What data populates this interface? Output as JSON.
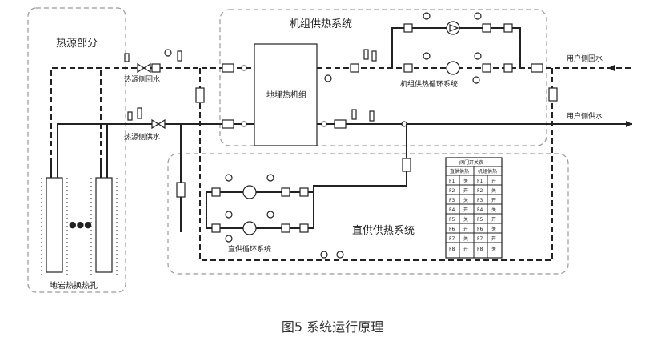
{
  "zones": {
    "heat_source": "热源部分",
    "unit_heating": "机组供热系统",
    "direct_heating": "直供供热系统"
  },
  "equipment": {
    "heat_pump": "地埋热机组",
    "boreholes": "地岩热换热孔",
    "ellipsis": "●●●"
  },
  "pipe_labels": {
    "source_return": "热源侧回水",
    "source_supply": "热源侧供水",
    "user_return": "用户侧回水",
    "user_supply": "用户侧供水",
    "unit_loop": "机组供热循环系统",
    "direct_loop": "直供循环系统"
  },
  "valve_table": {
    "title": "阀门开关表",
    "headers": [
      "直供供热",
      "机组供热"
    ],
    "rows": [
      [
        "F1",
        "关",
        "F1",
        "开"
      ],
      [
        "F2",
        "开",
        "F2",
        "关"
      ],
      [
        "F3",
        "关",
        "F3",
        "开"
      ],
      [
        "F4",
        "开",
        "F4",
        "关"
      ],
      [
        "F5",
        "关",
        "F5",
        "开"
      ],
      [
        "F6",
        "开",
        "F6",
        "关"
      ],
      [
        "F7",
        "关",
        "F7",
        "开"
      ],
      [
        "F8",
        "开",
        "F8",
        "关"
      ]
    ]
  },
  "caption": "图5 系统运行原理"
}
